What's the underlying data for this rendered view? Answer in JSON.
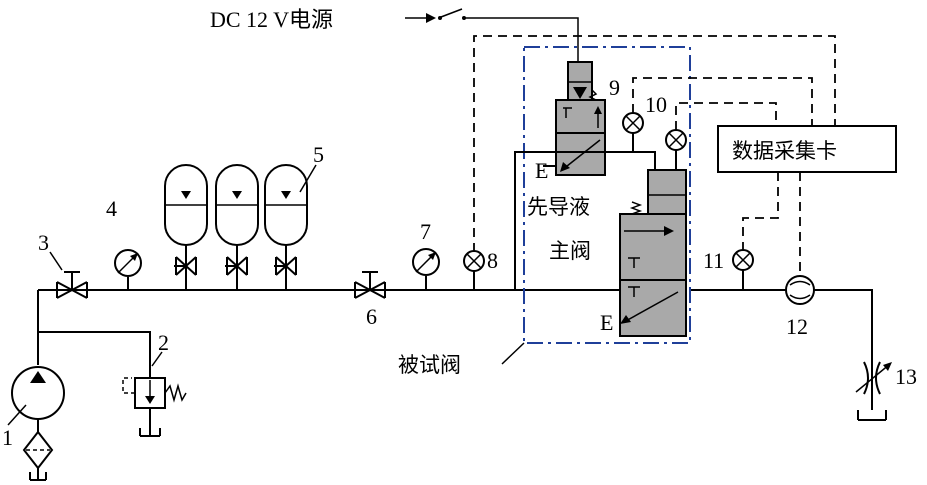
{
  "labels": {
    "power_supply": "DC 12 V电源",
    "daq_card": "数据采集卡",
    "pilot_fluid": "先导液",
    "main_valve": "主阀",
    "valve_under_test": "被试阀",
    "exhaust_port": "E"
  },
  "component_numbers": {
    "n1": "1",
    "n2": "2",
    "n3": "3",
    "n4": "4",
    "n5": "5",
    "n6": "6",
    "n7": "7",
    "n8": "8",
    "n9": "9",
    "n10": "10",
    "n11": "11",
    "n12": "12",
    "n13": "13"
  },
  "colors": {
    "line": "#000000",
    "valve_fill": "#a9a9a9",
    "test_boundary": "#1f3f99"
  }
}
